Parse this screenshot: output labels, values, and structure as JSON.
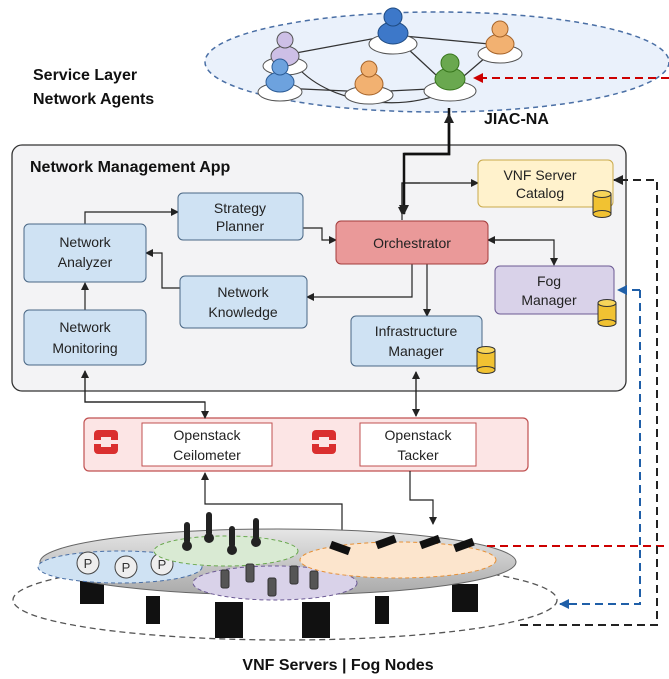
{
  "service_layer": {
    "title_line1": "Service Layer",
    "title_line2": "Network Agents",
    "platform_label": "JIAC-NA"
  },
  "nma": {
    "title": "Network Management App",
    "strategy_planner": [
      "Strategy",
      "Planner"
    ],
    "orchestrator": "Orchestrator",
    "vnf_catalog": [
      "VNF Server",
      "Catalog"
    ],
    "network_analyzer": [
      "Network",
      "Analyzer"
    ],
    "network_knowledge": [
      "Network",
      "Knowledge"
    ],
    "fog_manager": [
      "Fog",
      "Manager"
    ],
    "network_monitoring": [
      "Network",
      "Monitoring"
    ],
    "infrastructure_manager": [
      "Infrastructure",
      "Manager"
    ]
  },
  "openstack": {
    "ceilometer": [
      "Openstack",
      "Ceilometer"
    ],
    "tacker": [
      "Openstack",
      "Tacker"
    ]
  },
  "bottom_label": "VNF Servers | Fog Nodes",
  "parking_glyph": "P",
  "colors": {
    "box_blue": "#cfe2f3",
    "orchestrator": "#ea9999",
    "catalog": "#fff2cc",
    "fog": "#d9d2e9",
    "openstack": "#fce5e5",
    "red_arrow": "#cc0000",
    "blue_arrow": "#1f5fa8"
  }
}
